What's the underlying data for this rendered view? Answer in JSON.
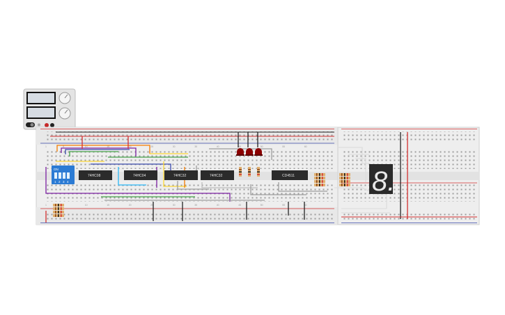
{
  "circuit": {
    "chips": [
      {
        "name": "chip-74hc08",
        "label": "74HC08"
      },
      {
        "name": "chip-74hc04",
        "label": "74HC04"
      },
      {
        "name": "chip-74hc32-a",
        "label": "74HC32"
      },
      {
        "name": "chip-74hc32-b",
        "label": "74HC32"
      },
      {
        "name": "chip-cd4511",
        "label": "CD4511"
      }
    ],
    "dip_switch": {
      "label": "ON",
      "positions": [
        "1",
        "2",
        "3",
        "4"
      ]
    },
    "seven_segment_digit": "8.",
    "breadboard_column_numbers": [
      "1",
      "5",
      "10",
      "15",
      "20",
      "25",
      "30",
      "35",
      "40",
      "45",
      "50",
      "55",
      "60"
    ],
    "colors": {
      "board": "#eeeeee",
      "rail_red": "#d32f2f",
      "rail_black": "#222222",
      "chip": "#2b2b2b",
      "led": "#8b0000",
      "dip": "#2b7bd4"
    }
  }
}
